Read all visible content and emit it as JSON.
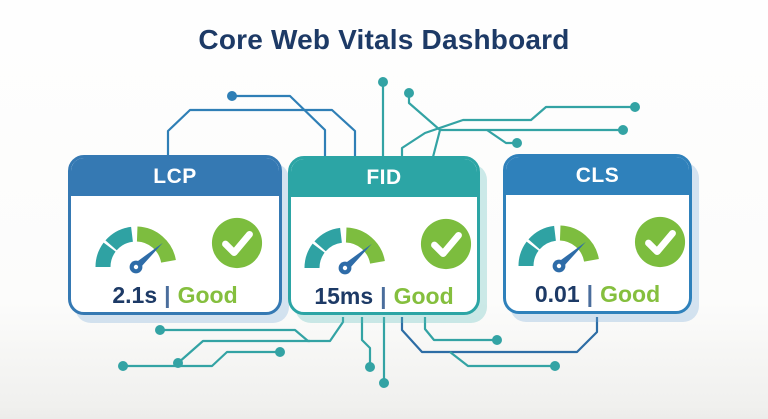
{
  "title": "Core Web Vitals Dashboard",
  "cards": [
    {
      "metric": "LCP",
      "value": "2.1s",
      "separator": "|",
      "status": "Good"
    },
    {
      "metric": "FID",
      "value": "15ms",
      "separator": "|",
      "status": "Good"
    },
    {
      "metric": "CLS",
      "value": "0.01",
      "separator": "|",
      "status": "Good"
    }
  ],
  "icons": {
    "per_card": [
      "gauge-icon",
      "check-circle-icon"
    ]
  },
  "colors": {
    "title_text": "#1d3a66",
    "value_text": "#1d3a66",
    "separator_text": "#4a6d9c",
    "status_good": "#85bf3e",
    "lcp_header": "#3579b3",
    "fid_header": "#2ca5a5",
    "cls_header": "#2f81bb",
    "gauge_teal": "#2fa2a3",
    "gauge_green": "#7dbd3f",
    "needle_blue": "#2e6ca8",
    "check_green": "#7cbd3e",
    "trace_blue": "#2f7fb6",
    "trace_teal": "#33a3a4",
    "trace_dark_blue": "#2d6da5"
  }
}
